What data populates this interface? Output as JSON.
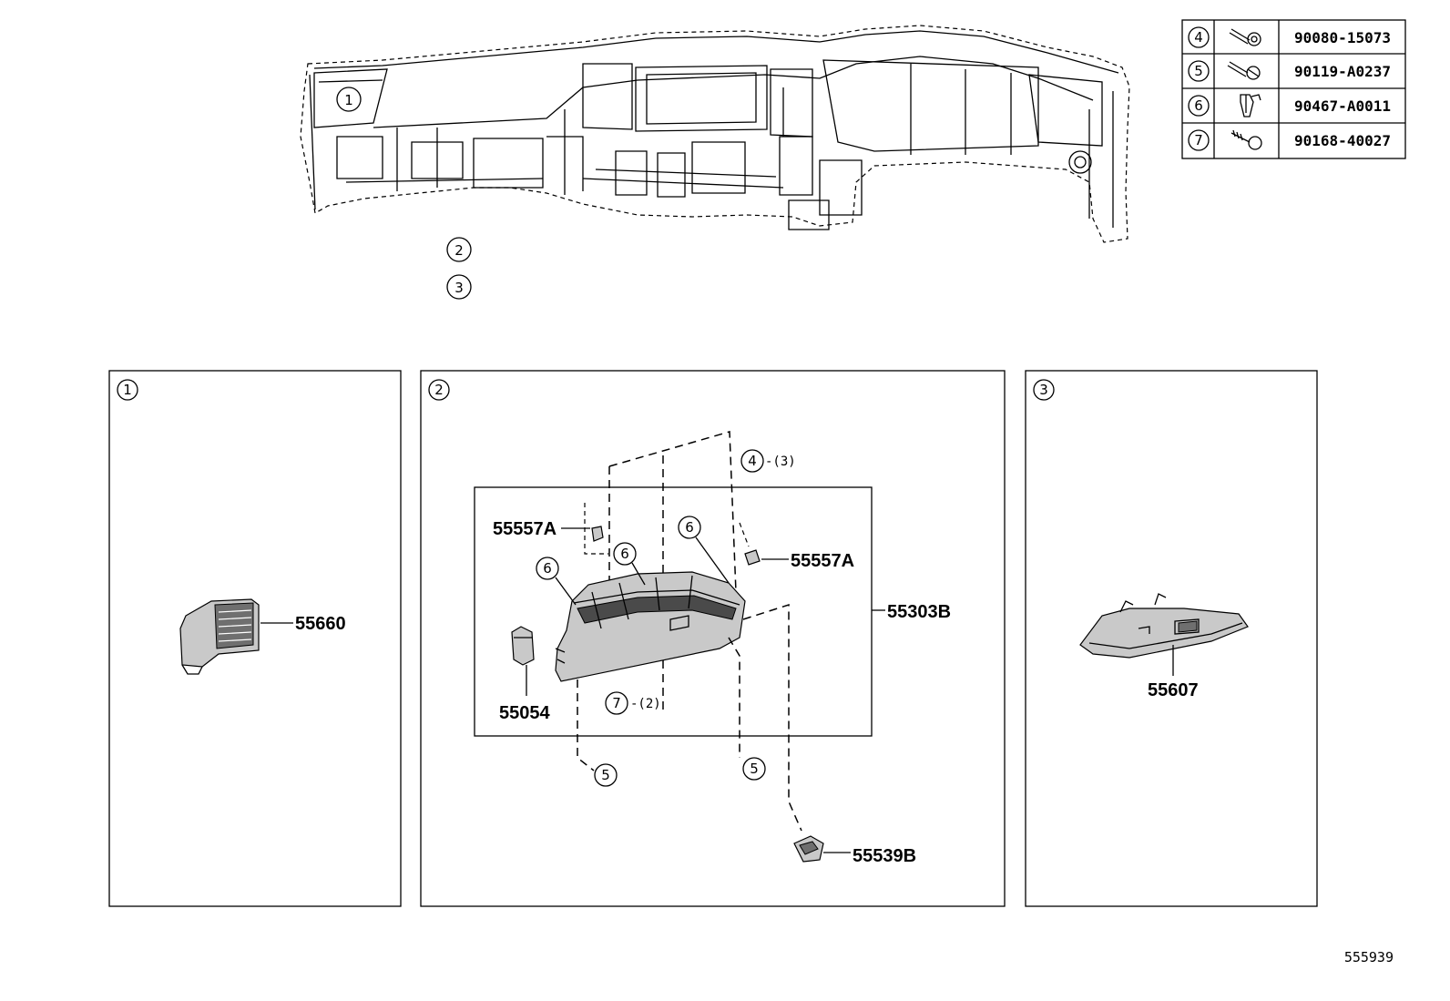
{
  "fastener_table": [
    {
      "ref": "4",
      "icon": "bolt-with-washer-icon",
      "part_no": "90080-15073"
    },
    {
      "ref": "5",
      "icon": "bolt-with-washer-icon",
      "part_no": "90119-A0237"
    },
    {
      "ref": "6",
      "icon": "clip-icon",
      "part_no": "90467-A0011"
    },
    {
      "ref": "7",
      "icon": "screw-icon",
      "part_no": "90168-40027"
    }
  ],
  "overview": {
    "callout_1": "1",
    "callout_2": "2",
    "callout_3": "3"
  },
  "panel_1": {
    "ref": "1",
    "parts": {
      "vent": "55660"
    }
  },
  "panel_2": {
    "ref": "2",
    "parts": {
      "clip_left": "55557A",
      "clip_right": "55557A",
      "glove_box": "55303B",
      "damper": "55054",
      "lock_striker": "55539B"
    },
    "callouts": {
      "bolt_top": "4",
      "bolt_top_qty": "-(3)",
      "clip_a": "6",
      "clip_b": "6",
      "clip_c": "6",
      "screw": "7",
      "screw_qty": "-(2)",
      "bolt_left": "5",
      "bolt_right": "5"
    }
  },
  "panel_3": {
    "ref": "3",
    "parts": {
      "lower_cover": "55607"
    }
  },
  "drawing_id": "555939"
}
